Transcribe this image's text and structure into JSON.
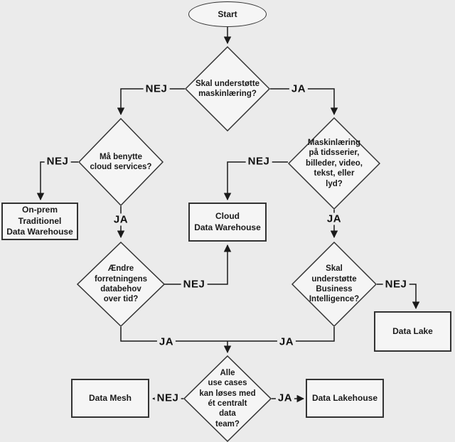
{
  "flowchart": {
    "nodes": {
      "start": "Start",
      "q_ml": "Skal understøtte\nmaskinlæring?",
      "q_cloud": "Må benytte\ncloud services?",
      "q_change": "Ændre\nforretningens\ndatabehov\nover tid?",
      "q_mltypes": "Maskinlæring\npå tidsserier,\nbilleder, video,\ntekst, eller\nlyd?",
      "q_bi": "Skal\nunderstøtte\nBusiness\nIntelligence?",
      "q_central": "Alle\nuse cases\nkan løses med\nét centralt\ndata\nteam?",
      "onprem": "On-prem\nTraditionel\nData Warehouse",
      "clouddw": "Cloud\nData Warehouse",
      "datalake": "Data Lake",
      "datamesh": "Data Mesh",
      "lakehouse": "Data Lakehouse"
    },
    "edge_labels": {
      "ml_no": "NEJ",
      "ml_yes": "JA",
      "cloud_no": "NEJ",
      "cloud_yes": "JA",
      "mltypes_no": "NEJ",
      "mltypes_yes": "JA",
      "change_no": "NEJ",
      "change_yes": "JA",
      "bi_no": "NEJ",
      "bi_yes": "JA",
      "central_no": "NEJ",
      "central_yes": "JA"
    },
    "colors": {
      "background": "#ebebeb",
      "node_fill": "#f5f5f5",
      "node_stroke": "#333333",
      "line": "#1a1a1a",
      "text": "#1a1a1a"
    }
  }
}
